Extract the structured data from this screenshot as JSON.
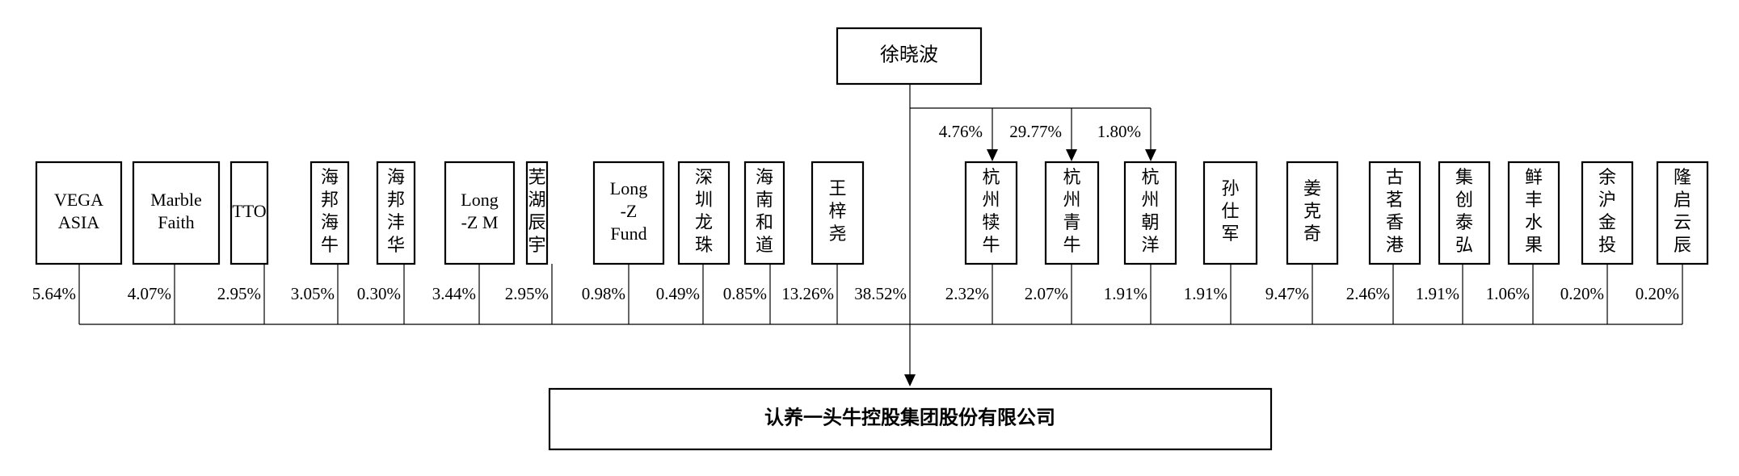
{
  "top_node": "徐晓波",
  "bottom_node": "认养一头牛控股集团股份有限公司",
  "top_links": [
    {
      "pct": "4.76%"
    },
    {
      "pct": "29.77%"
    },
    {
      "pct": "1.80%"
    }
  ],
  "shareholders": [
    {
      "lines": [
        "VEGA",
        "ASIA"
      ],
      "pct": "5.64%"
    },
    {
      "lines": [
        "Marble",
        "Faith"
      ],
      "pct": "4.07%"
    },
    {
      "lines": [
        "TTO"
      ],
      "pct": "2.95%"
    },
    {
      "lines": [
        "海",
        "邦",
        "海",
        "牛"
      ],
      "pct": "3.05%"
    },
    {
      "lines": [
        "海",
        "邦",
        "沣",
        "华"
      ],
      "pct": "0.30%"
    },
    {
      "lines": [
        "Long",
        "-Z M"
      ],
      "pct": "3.44%"
    },
    {
      "lines": [
        "芜",
        "湖",
        "辰",
        "宇"
      ],
      "pct": "2.95%"
    },
    {
      "lines": [
        "Long",
        "-Z",
        "Fund"
      ],
      "pct": "0.98%"
    },
    {
      "lines": [
        "深",
        "圳",
        "龙",
        "珠"
      ],
      "pct": "0.49%"
    },
    {
      "lines": [
        "海",
        "南",
        "和",
        "道"
      ],
      "pct": "0.85%"
    },
    {
      "lines": [
        "王",
        "梓",
        "尧"
      ],
      "pct": "13.26%"
    },
    {
      "lines": [],
      "pct": "38.52%"
    },
    {
      "lines": [
        "杭",
        "州",
        "犊",
        "牛"
      ],
      "pct": "2.32%"
    },
    {
      "lines": [
        "杭",
        "州",
        "青",
        "牛"
      ],
      "pct": "2.07%"
    },
    {
      "lines": [
        "杭",
        "州",
        "朝",
        "洋"
      ],
      "pct": "1.91%"
    },
    {
      "lines": [
        "孙",
        "仕",
        "军"
      ],
      "pct": "1.91%"
    },
    {
      "lines": [
        "姜",
        "克",
        "奇"
      ],
      "pct": "9.47%"
    },
    {
      "lines": [
        "古",
        "茗",
        "香",
        "港"
      ],
      "pct": "2.46%"
    },
    {
      "lines": [
        "集",
        "创",
        "泰",
        "弘"
      ],
      "pct": "1.91%"
    },
    {
      "lines": [
        "鲜",
        "丰",
        "水",
        "果"
      ],
      "pct": "1.06%"
    },
    {
      "lines": [
        "余",
        "沪",
        "金",
        "投"
      ],
      "pct": "0.20%"
    },
    {
      "lines": [
        "隆",
        "启",
        "云",
        "辰"
      ],
      "pct": "0.20%"
    }
  ]
}
